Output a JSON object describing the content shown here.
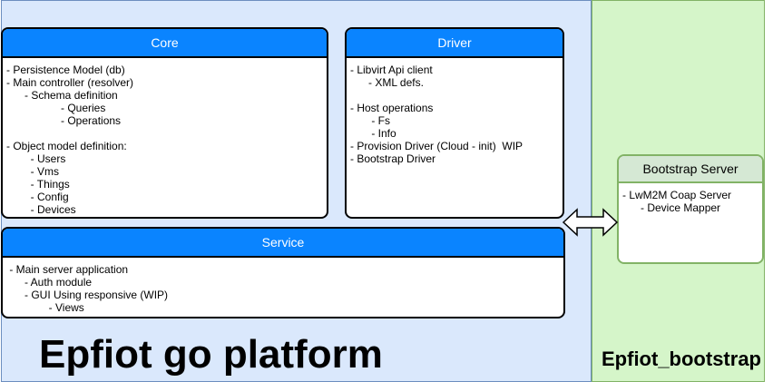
{
  "core": {
    "title": "Core",
    "lines": [
      "- Persistence Model (db)",
      "- Main controller (resolver)",
      "      - Schema definition",
      "                  - Queries",
      "                  - Operations",
      "",
      "- Object model definition:",
      "        - Users",
      "        - Vms",
      "        - Things",
      "        - Config",
      "        - Devices"
    ]
  },
  "driver": {
    "title": "Driver",
    "lines": [
      "- Libvirt Api client",
      "      - XML defs.",
      "",
      "- Host operations",
      "       - Fs",
      "       - Info",
      "- Provision Driver (Cloud - init)  WIP",
      "- Bootstrap Driver"
    ]
  },
  "service": {
    "title": "Service",
    "lines": [
      " - Main server application",
      "      - Auth module",
      "      - GUI Using responsive (WIP)",
      "              - Views"
    ]
  },
  "bootstrap_server": {
    "title": "Bootstrap Server",
    "lines": [
      "- LwM2M Coap Server",
      "      - Device Mapper"
    ]
  },
  "platform_label": "Epfiot go platform",
  "bootstrap_label": "Epfiot_bootstrap",
  "colors": {
    "platform_bg": "#dae8fc",
    "bootstrap_bg": "#d5f5c9",
    "header_blue": "#0a84ff",
    "bootstrap_header": "#d5e8d4"
  }
}
